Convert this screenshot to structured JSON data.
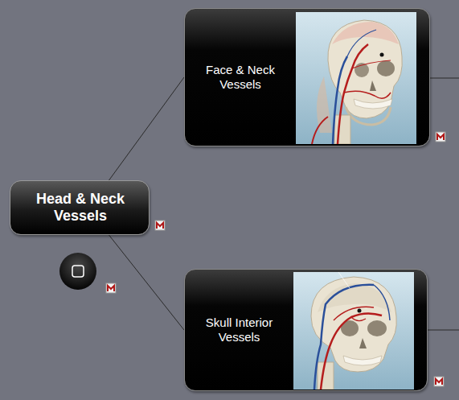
{
  "diagram": {
    "nodes": [
      {
        "text": [
          "Head & Neck Vessels"
        ]
      },
      {
        "text": [
          "Face & Neck Vessels"
        ]
      },
      {
        "text": [
          "Skull Interior Vessels"
        ]
      }
    ],
    "edges": [
      {
        "from": 0,
        "to": 1,
        "arrow": "none"
      },
      {
        "from": 0,
        "to": 2,
        "arrow": "none"
      }
    ]
  }
}
